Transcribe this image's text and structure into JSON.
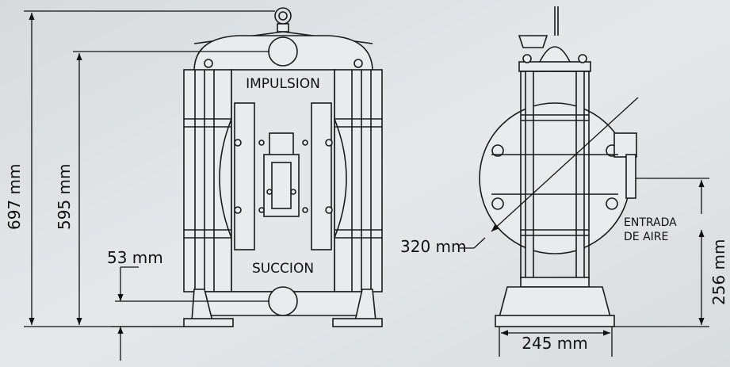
{
  "labels": {
    "height_total": "697 mm",
    "height_ports": "595 mm",
    "suction_offset": "53 mm",
    "discharge": "IMPULSION",
    "suction": "SUCCION",
    "diameter": "320 mm",
    "air_inlet_line1": "ENTRADA",
    "air_inlet_line2": "DE AIRE",
    "air_inlet_height": "256 mm",
    "base_width": "245 mm"
  },
  "colors": {
    "background": "#dfe2e5",
    "line": "#1a1a1a",
    "fill": "#e9ebed",
    "label_box": "#e4e6e8"
  }
}
